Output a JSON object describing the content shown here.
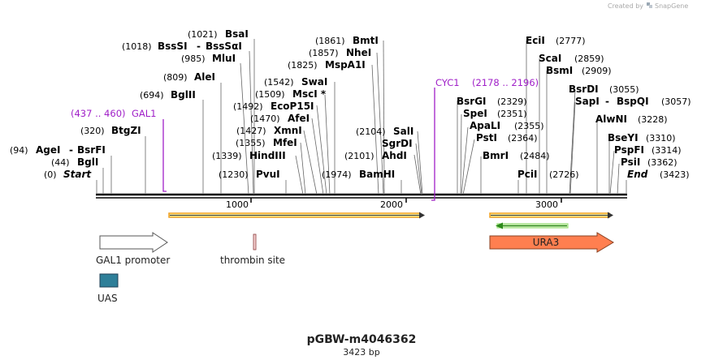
{
  "credit": {
    "prefix": "Created by",
    "brand": "SnapGene"
  },
  "plasmid": {
    "name": "pGBW-m4046362",
    "size_label": "3423 bp"
  },
  "ruler": {
    "ticks": [
      "1000",
      "2000",
      "3000"
    ]
  },
  "sites": [
    {
      "pos": "(0)",
      "name": "Start"
    },
    {
      "pos": "(44)",
      "name": "BglI"
    },
    {
      "pos": "(94)",
      "name": "AgeI",
      "name2": "BsrFI"
    },
    {
      "pos": "(320)",
      "name": "BtgZI"
    },
    {
      "pos": "(694)",
      "name": "BglII"
    },
    {
      "pos": "(809)",
      "name": "AleI"
    },
    {
      "pos": "(985)",
      "name": "MluI"
    },
    {
      "pos": "(1018)",
      "name": "BssSI",
      "name2": "BssSαI"
    },
    {
      "pos": "(1021)",
      "name": "BsaI"
    },
    {
      "pos": "(1230)",
      "name": "PvuI"
    },
    {
      "pos": "(1339)",
      "name": "HindIII"
    },
    {
      "pos": "(1355)",
      "name": "MfeI"
    },
    {
      "pos": "(1427)",
      "name": "XmnI"
    },
    {
      "pos": "(1470)",
      "name": "AfeI"
    },
    {
      "pos": "(1492)",
      "name": "EcoP15I"
    },
    {
      "pos": "(1509)",
      "name": "MscI *"
    },
    {
      "pos": "(1542)",
      "name": "SwaI"
    },
    {
      "pos": "(1825)",
      "name": "MspA1I"
    },
    {
      "pos": "(1857)",
      "name": "NheI"
    },
    {
      "pos": "(1861)",
      "name": "BmtI"
    },
    {
      "pos": "(1974)",
      "name": "BamHI"
    },
    {
      "pos": "(2101)",
      "name": "AhdI"
    },
    {
      "pos": "",
      "name": "SgrDI"
    },
    {
      "pos": "(2104)",
      "name": "SalI"
    },
    {
      "pos": "(2329)",
      "name": "BsrGI"
    },
    {
      "pos": "(2351)",
      "name": "SpeI"
    },
    {
      "pos": "(2355)",
      "name": "ApaLI"
    },
    {
      "pos": "(2364)",
      "name": "PstI"
    },
    {
      "pos": "(2484)",
      "name": "BmrI"
    },
    {
      "pos": "(2726)",
      "name": "PciI"
    },
    {
      "pos": "(2777)",
      "name": "EciI"
    },
    {
      "pos": "(2859)",
      "name": "ScaI"
    },
    {
      "pos": "(2909)",
      "name": "BsmI"
    },
    {
      "pos": "(3055)",
      "name": "BsrDI"
    },
    {
      "pos": "(3057)",
      "name": "SapI",
      "name2": "BspQI"
    },
    {
      "pos": "(3228)",
      "name": "AlwNI"
    },
    {
      "pos": "(3310)",
      "name": "BseYI"
    },
    {
      "pos": "(3314)",
      "name": "PspFI"
    },
    {
      "pos": "(3362)",
      "name": "PsiI"
    },
    {
      "pos": "(3423)",
      "name": "End"
    }
  ],
  "purple_labels": {
    "gal1_range": "(437 .. 460)",
    "gal1_name": "GAL1",
    "cyc1_name": "CYC1",
    "cyc1_range": "(2178 .. 2196)"
  },
  "features": {
    "gal1_promoter": "GAL1 promoter",
    "thrombin": "thrombin site",
    "ura3": "URA3",
    "uas": "UAS"
  },
  "colors": {
    "ura3": "#ff7f50",
    "uas": "#2e7f99",
    "orf": "#f0a020",
    "orf_fill": "#fff2a0",
    "reverse_orf": "#2c8a1a",
    "purple": "#a020c8"
  }
}
